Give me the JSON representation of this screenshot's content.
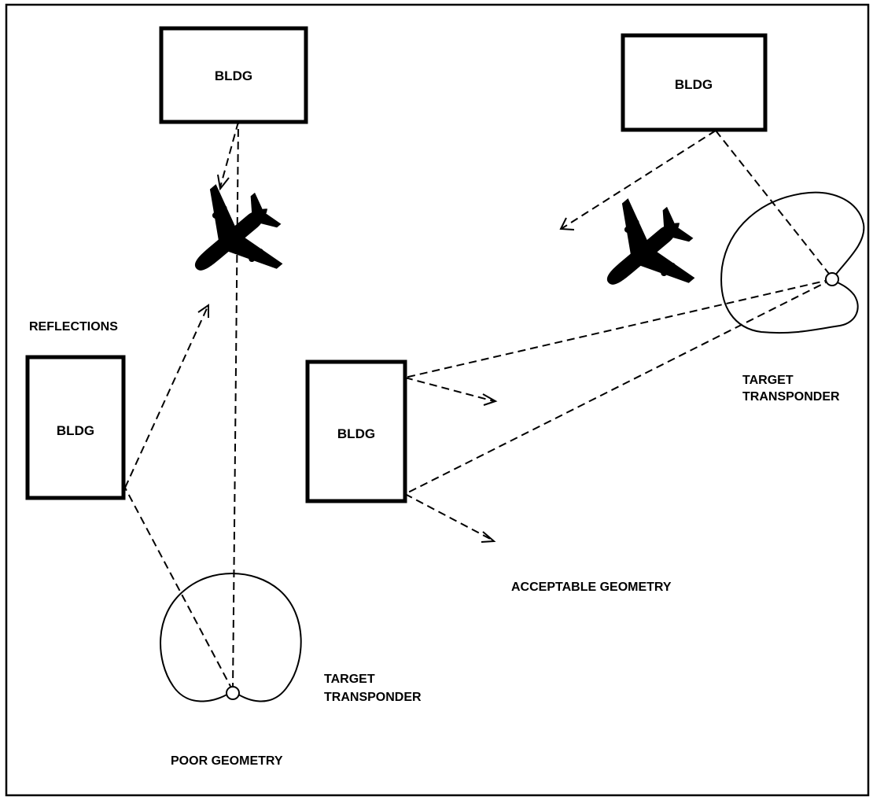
{
  "buildings": {
    "top_left": "BLDG",
    "top_right": "BLDG",
    "left": "BLDG",
    "center": "BLDG"
  },
  "labels": {
    "reflections": "REFLECTIONS",
    "poor_geometry": "POOR GEOMETRY",
    "acceptable_geometry": "ACCEPTABLE GEOMETRY",
    "transponder_left_line1": "TARGET",
    "transponder_left_line2": "TRANSPONDER",
    "transponder_right_line1": "TARGET",
    "transponder_right_line2": "TRANSPONDER"
  },
  "icons": {
    "aircraft": "airplane-silhouette-icon",
    "transponder": "small-circle-antenna-icon",
    "pattern": "cardioid-antenna-pattern"
  }
}
